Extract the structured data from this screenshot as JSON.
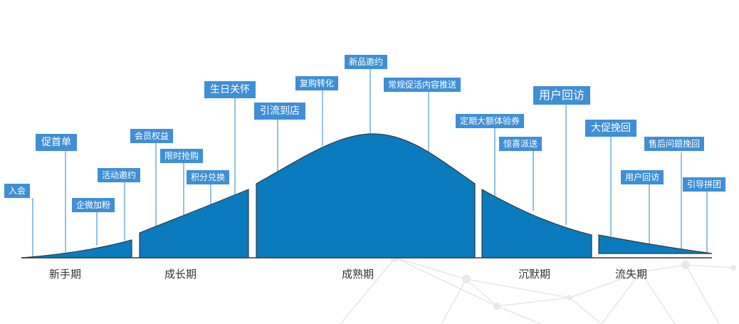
{
  "colors": {
    "curve_fill": "#0a7cbd",
    "curve_stroke": "#2f3a44",
    "label_bg": "#3f8fd6",
    "leader_line": "#2b86c8",
    "network": "#e4e4e4"
  },
  "stages": [
    {
      "name": "新手期"
    },
    {
      "name": "成长期"
    },
    {
      "name": "成熟期"
    },
    {
      "name": "沉默期"
    },
    {
      "name": "流失期"
    }
  ],
  "labels": [
    {
      "text": "入会"
    },
    {
      "text": "促首单"
    },
    {
      "text": "企微加粉"
    },
    {
      "text": "活动邀约"
    },
    {
      "text": "会员权益"
    },
    {
      "text": "限时抢购"
    },
    {
      "text": "积分兑换"
    },
    {
      "text": "生日关怀"
    },
    {
      "text": "引流到店"
    },
    {
      "text": "复购转化"
    },
    {
      "text": "新品邀约"
    },
    {
      "text": "常规促活内容推送"
    },
    {
      "text": "定期大额体验券"
    },
    {
      "text": "惊喜派送"
    },
    {
      "text": "用户回访"
    },
    {
      "text": "大促挽回"
    },
    {
      "text": "用户回访"
    },
    {
      "text": "售后问题挽回"
    },
    {
      "text": "引导拼团"
    }
  ]
}
